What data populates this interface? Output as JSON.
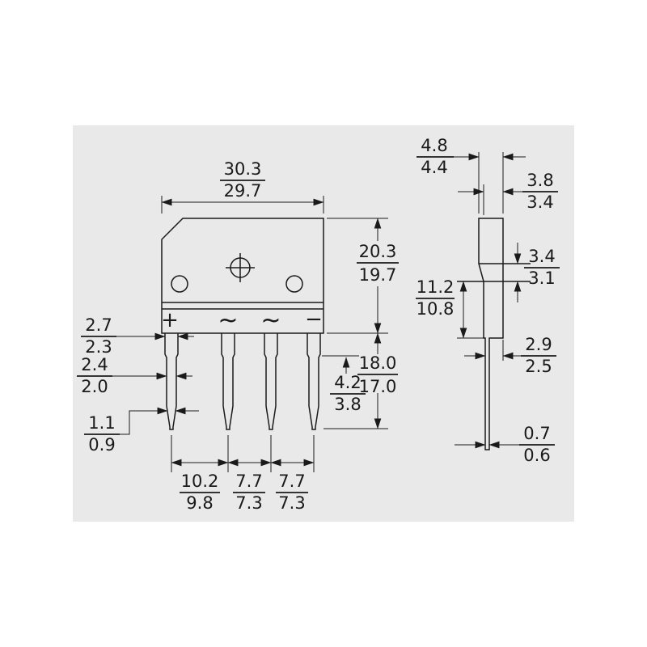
{
  "page": {
    "background": "#ffffff",
    "panel_background": "#e9e9e9",
    "line_color": "#1a1a1a"
  },
  "drawing": {
    "type": "mechanical-dimension-drawing",
    "component": "bridge-rectifier-package",
    "views": {
      "front": {
        "terminals": [
          "+",
          "~",
          "~",
          "−"
        ],
        "dimensions": {
          "body_width": {
            "max": "30.3",
            "min": "29.7"
          },
          "body_height": {
            "max": "20.3",
            "min": "19.7"
          },
          "lead_length": {
            "max": "18.0",
            "min": "17.0"
          },
          "lead_shoulder": {
            "max": "4.2",
            "min": "3.8"
          },
          "lead_base_width": {
            "max": "2.7",
            "min": "2.3"
          },
          "lead_width": {
            "max": "2.4",
            "min": "2.0"
          },
          "lead_tip_width": {
            "max": "1.1",
            "min": "0.9"
          },
          "lead_pitch_1": {
            "max": "10.2",
            "min": "9.8"
          },
          "lead_pitch_2": {
            "max": "7.7",
            "min": "7.3"
          },
          "lead_pitch_3": {
            "max": "7.7",
            "min": "7.3"
          }
        }
      },
      "side": {
        "dimensions": {
          "total_thickness": {
            "max": "4.8",
            "min": "4.4"
          },
          "body_thickness": {
            "max": "3.8",
            "min": "3.4"
          },
          "step_height": {
            "max": "3.4",
            "min": "3.1"
          },
          "lower_height": {
            "max": "11.2",
            "min": "10.8"
          },
          "lead_offset": {
            "max": "2.9",
            "min": "2.5"
          },
          "lead_thickness": {
            "max": "0.7",
            "min": "0.6"
          }
        }
      }
    }
  }
}
